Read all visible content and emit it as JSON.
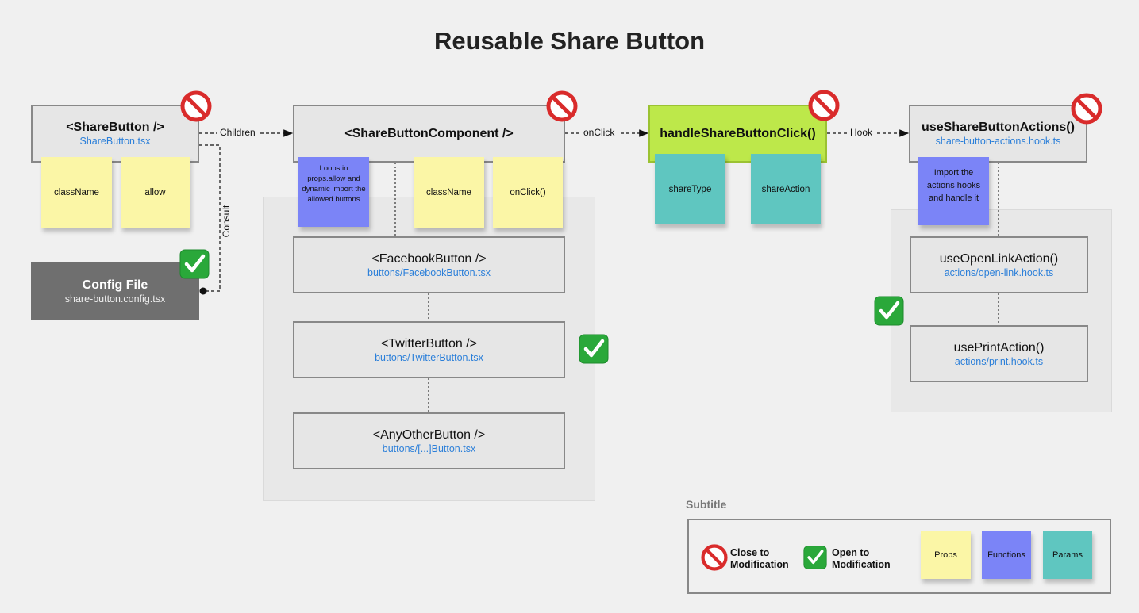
{
  "title": "Reusable Share Button",
  "nodes": {
    "share_button": {
      "name": "<ShareButton />",
      "file": "ShareButton.tsx"
    },
    "share_button_component": {
      "name": "<ShareButtonComponent />"
    },
    "handle_click": {
      "name": "handleShareButtonClick()"
    },
    "use_actions": {
      "name": "useShareButtonActions()",
      "file": "share-button-actions.hook.ts"
    },
    "config_file": {
      "name": "Config File",
      "file": "share-button.config.tsx"
    },
    "facebook_button": {
      "name": "<FacebookButton />",
      "file": "buttons/FacebookButton.tsx"
    },
    "twitter_button": {
      "name": "<TwitterButton />",
      "file": "buttons/TwitterButton.tsx"
    },
    "any_other_button": {
      "name": "<AnyOtherButton />",
      "file": "buttons/[...]Button.tsx"
    },
    "open_link_action": {
      "name": "useOpenLinkAction()",
      "file": "actions/open-link.hook.ts"
    },
    "print_action": {
      "name": "usePrintAction()",
      "file": "actions/print.hook.ts"
    }
  },
  "edges": {
    "children": "Children",
    "onclick": "onClick",
    "hook": "Hook",
    "consult": "Consult"
  },
  "stickies": {
    "sb_classname": "className",
    "sb_allow": "allow",
    "sbc_loops": "Loops in props.allow and dynamic import the allowed buttons",
    "sbc_classname": "className",
    "sbc_onclick": "onClick()",
    "share_type": "shareType",
    "share_action": "shareAction",
    "actions_import": "Import the actions hooks and handle it"
  },
  "legend": {
    "subtitle": "Subtitle",
    "close_label": "Close to Modification",
    "open_label": "Open to Modification",
    "props_label": "Props",
    "functions_label": "Functions",
    "params_label": "Params"
  },
  "colors": {
    "prop": "#fbf6a6",
    "function": "#7b84f7",
    "param": "#5fc6c0",
    "highlight": "#bde84a",
    "file_link": "#2b7fd9",
    "config_box": "#6f6f6f"
  }
}
